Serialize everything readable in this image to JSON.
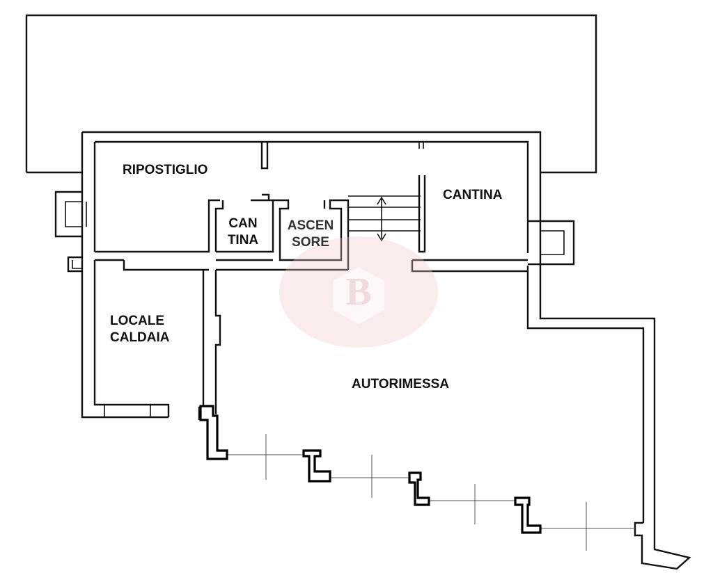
{
  "rooms": {
    "ripostiglio": "RIPOSTIGLIO",
    "cantina_small_line1": "CAN",
    "cantina_small_line2": "TINA",
    "ascensore_line1": "ASCEN",
    "ascensore_line2": "SORE",
    "cantina": "CANTINA",
    "locale_line1": "LOCALE",
    "locale_line2": "CALDAIA",
    "autorimessa": "AUTORIMESSA"
  },
  "colors": {
    "wall": "#111111",
    "watermark": "#e8b4b8"
  }
}
